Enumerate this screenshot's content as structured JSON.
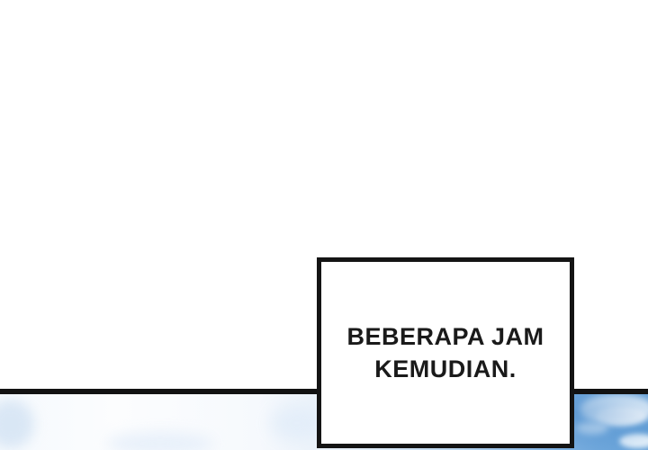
{
  "page": {
    "kind": "comic-page",
    "background_color": "#ffffff"
  },
  "divider": {
    "color": "#121212"
  },
  "caption_box": {
    "line1": "BEBERAPA JAM",
    "line2": "KEMUDIAN.",
    "border_color": "#141414",
    "fill_color": "#ffffff",
    "text_color": "#1a1a1a"
  },
  "sky_panel": {
    "base_blue": "#649fd6",
    "pale_tint": "#f5f9fd",
    "cloud_color": "#ffffff"
  }
}
